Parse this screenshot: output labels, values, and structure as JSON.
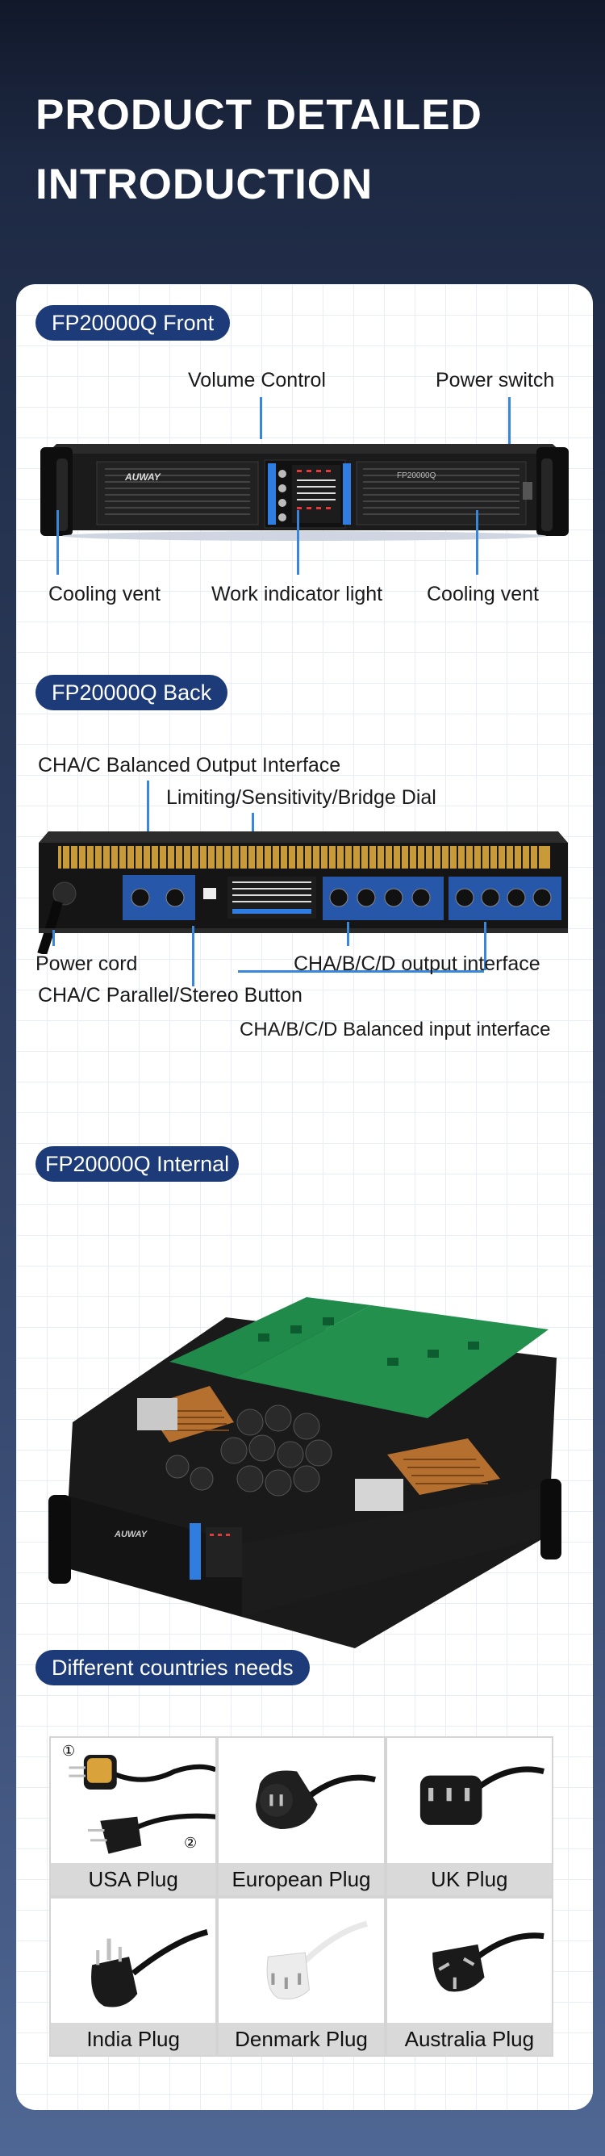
{
  "heading": {
    "line1": "PRODUCT DETAILED",
    "line2": "INTRODUCTION"
  },
  "front": {
    "title": "FP20000Q Front",
    "labels": {
      "volume_control": "Volume Control",
      "power_switch": "Power switch",
      "cooling_vent_left": "Cooling vent",
      "work_indicator": "Work indicator light",
      "cooling_vent_right": "Cooling vent"
    },
    "brand": "AUWAY",
    "model_badge": "FP20000Q"
  },
  "back": {
    "title": "FP20000Q Back",
    "labels": {
      "balanced_output": "CHA/C Balanced Output Interface",
      "limiting_dial": "Limiting/Sensitivity/Bridge Dial",
      "power_cord": "Power cord",
      "output_interface": "CHA/B/C/D output interface",
      "parallel_button": "CHA/C Parallel/Stereo Button",
      "balanced_input": "CHA/B/C/D Balanced input interface"
    }
  },
  "internal": {
    "title": "FP20000Q Internal",
    "brand": "AUWAY"
  },
  "countries": {
    "title": "Different countries needs",
    "plugs": [
      {
        "name": "USA Plug",
        "icon": "usa-plug-icon",
        "marks": [
          "①",
          "②"
        ]
      },
      {
        "name": "European Plug",
        "icon": "european-plug-icon"
      },
      {
        "name": "UK Plug",
        "icon": "uk-plug-icon"
      },
      {
        "name": "India Plug",
        "icon": "india-plug-icon"
      },
      {
        "name": "Denmark Plug",
        "icon": "denmark-plug-icon"
      },
      {
        "name": "Australia Plug",
        "icon": "australia-plug-icon"
      }
    ]
  },
  "colors": {
    "pill": "#1c3b78",
    "leader": "#3a86d8",
    "accent_blue": "#2f7de0"
  }
}
